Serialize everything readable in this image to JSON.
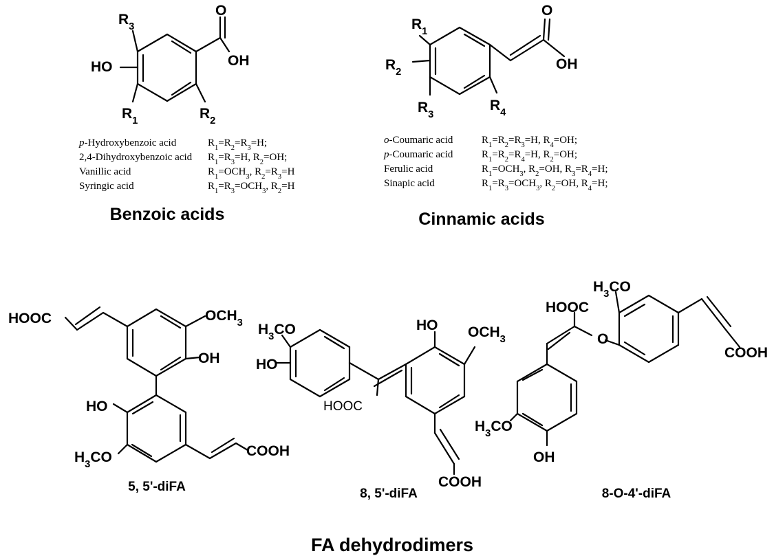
{
  "benzoic": {
    "labels": {
      "r3": "R3",
      "ho": "HO",
      "o": "O",
      "oh": "OH",
      "r1": "R1",
      "r2": "R2"
    },
    "rows": [
      {
        "name": "p-Hydroxybenzoic acid",
        "subst": "R1=R2=R3=H;"
      },
      {
        "name": "2,4-Dihydroxybenzoic acid",
        "subst": "R1=R3=H, R2=OH;"
      },
      {
        "name": "Vanillic acid",
        "subst": "R1=OCH3, R2=R3=H"
      },
      {
        "name": "Syringic acid",
        "subst": "R1=R3=OCH3, R2=H"
      }
    ],
    "caption": "Benzoic acids"
  },
  "cinnamic": {
    "labels": {
      "r1": "R1",
      "r2": "R2",
      "r3": "R3",
      "r4": "R4",
      "o": "O",
      "oh": "OH"
    },
    "rows": [
      {
        "name": "o-Coumaric acid",
        "subst": "R1=R2=R3=H, R4=OH;"
      },
      {
        "name": "p-Coumaric acid",
        "subst": "R1=R2=R4=H, R2=OH;"
      },
      {
        "name": "Ferulic acid",
        "subst": "R1=OCH3, R2=OH, R3=R4=H;"
      },
      {
        "name": "Sinapic acid",
        "subst": "R1=R3=OCH3, R2=OH, R4=H;"
      }
    ],
    "caption": "Cinnamic acids"
  },
  "difa55": {
    "labels": {
      "hooc": "HOOC",
      "och3": "OCH3",
      "oh_top": "OH",
      "ho": "HO",
      "h3co": "H3CO",
      "cooh": "COOH"
    },
    "caption": "5, 5'-diFA"
  },
  "difa85": {
    "labels": {
      "h3co": "H3CO",
      "ho_left": "HO",
      "ho_mid": "HO",
      "och3": "OCH3",
      "hooc": "HOOC",
      "cooh": "COOH"
    },
    "caption": "8, 5'-diFA"
  },
  "difa8o4": {
    "labels": {
      "h3co_top": "H3CO",
      "hooc": "HOOC",
      "o": "O",
      "cooh": "COOH",
      "h3co_bot": "H3CO",
      "oh": "OH"
    },
    "caption": "8-O-4'-diFA"
  },
  "group_caption": "FA dehydrodimers"
}
